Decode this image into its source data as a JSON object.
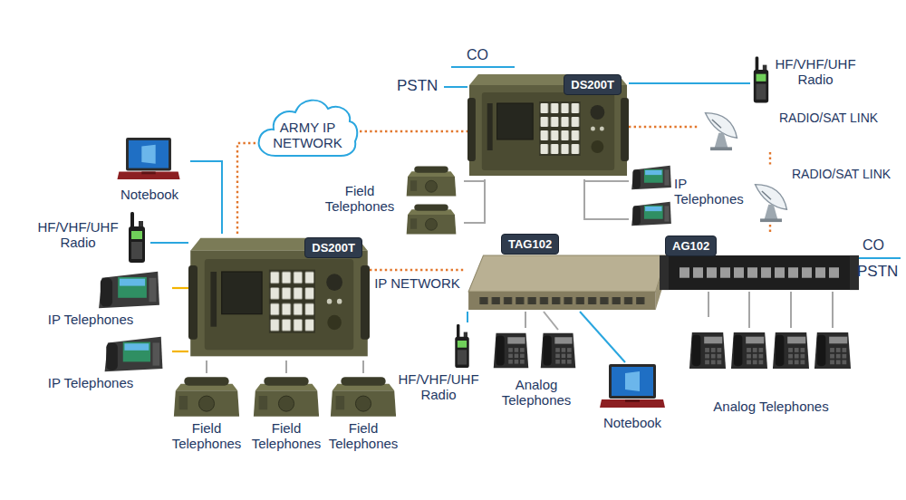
{
  "diagram": {
    "nodes": [
      {
        "text": [
          "DS200T"
        ]
      },
      {
        "text": [
          "DS200T"
        ]
      },
      {
        "text": [
          "TAG102"
        ]
      },
      {
        "text": [
          "AG102"
        ]
      },
      {
        "text": [
          "ARMY IP NETWORK"
        ]
      },
      {
        "text": [
          "Notebook"
        ]
      },
      {
        "text": [
          "HF/VHF/UHF Radio"
        ]
      },
      {
        "text": [
          "IP Telephones"
        ]
      },
      {
        "text": [
          "IP Telephones"
        ]
      },
      {
        "text": [
          "Field Telephones"
        ]
      },
      {
        "text": [
          "Field Telephones"
        ]
      },
      {
        "text": [
          "Field Telephones"
        ]
      },
      {
        "text": [
          "Field Telephones"
        ]
      },
      {
        "text": [
          "IP Telephones"
        ]
      },
      {
        "text": [
          "HF/VHF/UHF Radio"
        ]
      },
      {
        "text": [
          "RADIO/SAT LINK"
        ]
      },
      {
        "text": [
          "RADIO/SAT LINK"
        ]
      },
      {
        "text": [
          "HF/VHF/UHF Radio"
        ]
      },
      {
        "text": [
          "Analog Telephones"
        ]
      },
      {
        "text": [
          "Notebook"
        ]
      },
      {
        "text": [
          "Analog Telephones"
        ]
      }
    ],
    "edges": [
      {
        "from": 4,
        "to": 0,
        "arrow": "none"
      },
      {
        "from": 4,
        "to": 1,
        "arrow": "none"
      },
      {
        "from": 1,
        "to": 2,
        "label": "IP NETWORK",
        "arrow": "none"
      },
      {
        "from": 0,
        "to": 15,
        "arrow": "none"
      },
      {
        "from": 15,
        "to": 16,
        "arrow": "none"
      },
      {
        "from": 16,
        "to": 3,
        "arrow": "none"
      },
      {
        "from": 5,
        "to": 1,
        "arrow": "none"
      },
      {
        "from": 6,
        "to": 1,
        "arrow": "none"
      },
      {
        "from": 7,
        "to": 1,
        "arrow": "none"
      },
      {
        "from": 8,
        "to": 1,
        "arrow": "none"
      },
      {
        "from": 1,
        "to": 9,
        "arrow": "none"
      },
      {
        "from": 1,
        "to": 10,
        "arrow": "none"
      },
      {
        "from": 1,
        "to": 11,
        "arrow": "none"
      },
      {
        "from": 0,
        "to": 12,
        "arrow": "none"
      },
      {
        "from": 0,
        "to": 13,
        "arrow": "none"
      },
      {
        "from": 0,
        "to": 14,
        "arrow": "none"
      },
      {
        "from": 2,
        "to": 17,
        "arrow": "none"
      },
      {
        "from": 2,
        "to": 18,
        "arrow": "none"
      },
      {
        "from": 2,
        "to": 19,
        "arrow": "none"
      },
      {
        "from": 3,
        "to": 20,
        "arrow": "none"
      }
    ],
    "labels": [
      "CO",
      "PSTN",
      "CO",
      "PSTN"
    ]
  }
}
